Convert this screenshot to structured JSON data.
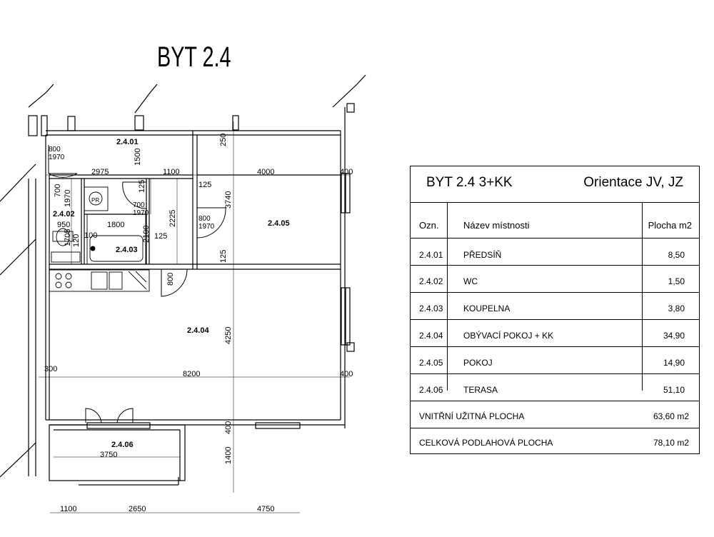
{
  "title": "BYT 2.4",
  "plan": {
    "rooms": [
      {
        "code": "2.4.01"
      },
      {
        "code": "2.4.02"
      },
      {
        "code": "2.4.03"
      },
      {
        "code": "2.4.04"
      },
      {
        "code": "2.4.05"
      },
      {
        "code": "2.4.06"
      }
    ],
    "fixture_label": "PR",
    "dimensions": {
      "d2975": "2975",
      "d1100a": "1100",
      "d4000": "4000",
      "d400a": "400",
      "d250": "250",
      "d1500": "1500",
      "d3740": "3740",
      "d125a": "125",
      "d125b": "125",
      "d125c": "125",
      "d2225": "2225",
      "d2100": "2100",
      "d1800": "1800",
      "d950": "950",
      "d100": "100",
      "d120": "120",
      "d700a": "700",
      "d1970a": "1970",
      "d800a": "800",
      "d1970b": "1970",
      "d700b": "700",
      "d1970c": "1970",
      "d800b": "800",
      "d1970d": "1970",
      "d800c": "800",
      "d4250": "4250",
      "d300": "300",
      "d8200": "8200",
      "d400b": "400",
      "d400c": "400",
      "d3750": "3750",
      "d1400": "1400",
      "d1100b": "1100",
      "d2650": "2650",
      "d4750": "4750",
      "d125d": "125",
      "d1705": "1705"
    }
  },
  "legend": {
    "header_left": "BYT 2.4  3+KK",
    "header_right": "Orientace JV, JZ",
    "columns": {
      "code": "Ozn.",
      "name": "Název místnosti",
      "area": "Plocha m2"
    },
    "rows": [
      {
        "code": "2.4.01",
        "name": "PŘEDSÍŇ",
        "area": "8,50"
      },
      {
        "code": "2.4.02",
        "name": "WC",
        "area": "1,50"
      },
      {
        "code": "2.4.03",
        "name": "KOUPELNA",
        "area": "3,80"
      },
      {
        "code": "2.4.04",
        "name": "OBÝVACÍ POKOJ + KK",
        "area": "34,90"
      },
      {
        "code": "2.4.05",
        "name": "POKOJ",
        "area": "14,90"
      },
      {
        "code": "2.4.06",
        "name": "TERASA",
        "area": "51,10"
      }
    ],
    "totals": [
      {
        "label": "VNITŘNÍ UŽITNÁ PLOCHA",
        "value": "63,60 m2"
      },
      {
        "label": "CELKOVÁ PODLAHOVÁ PLOCHA",
        "value": "78,10 m2"
      }
    ]
  }
}
